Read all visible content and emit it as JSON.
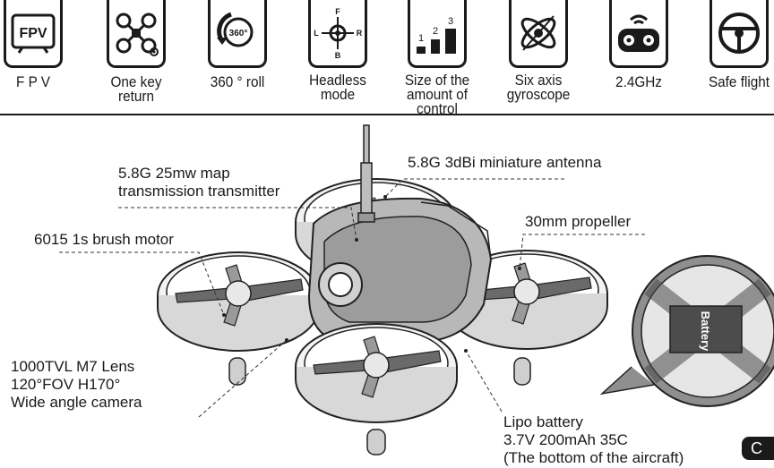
{
  "features": [
    {
      "label": "F P V",
      "icon": "fpv-screen-icon"
    },
    {
      "label": "One key return",
      "icon": "drone-return-icon"
    },
    {
      "label": "360 ° roll",
      "icon": "roll-360-icon"
    },
    {
      "label": "Headless\nmode",
      "icon": "compass-icon"
    },
    {
      "label": "Size of the\namount of control",
      "icon": "bar-levels-icon"
    },
    {
      "label": "Six axis\ngyroscope",
      "icon": "gyroscope-icon"
    },
    {
      "label": "2.4GHz",
      "icon": "controller-icon"
    },
    {
      "label": "Safe flight",
      "icon": "steering-wheel-icon"
    }
  ],
  "icon_text": {
    "fpv": "FPV",
    "roll": "360°",
    "compass": {
      "f": "F",
      "b": "B",
      "l": "L",
      "r": "R"
    },
    "levels": [
      "1",
      "2",
      "3"
    ]
  },
  "callouts": {
    "transmitter": "5.8G 25mw map\ntransmission transmitter",
    "antenna": "5.8G 3dBi miniature antenna",
    "propeller": "30mm propeller",
    "motor": "6015 1s brush motor",
    "camera": "1000TVL M7 Lens\n120°FOV H170°\nWide angle camera",
    "battery": "Lipo battery\n3.7V 200mAh 35C\n(The bottom of the aircraft)"
  },
  "battery_text": "Battery",
  "corner_tab": "C"
}
